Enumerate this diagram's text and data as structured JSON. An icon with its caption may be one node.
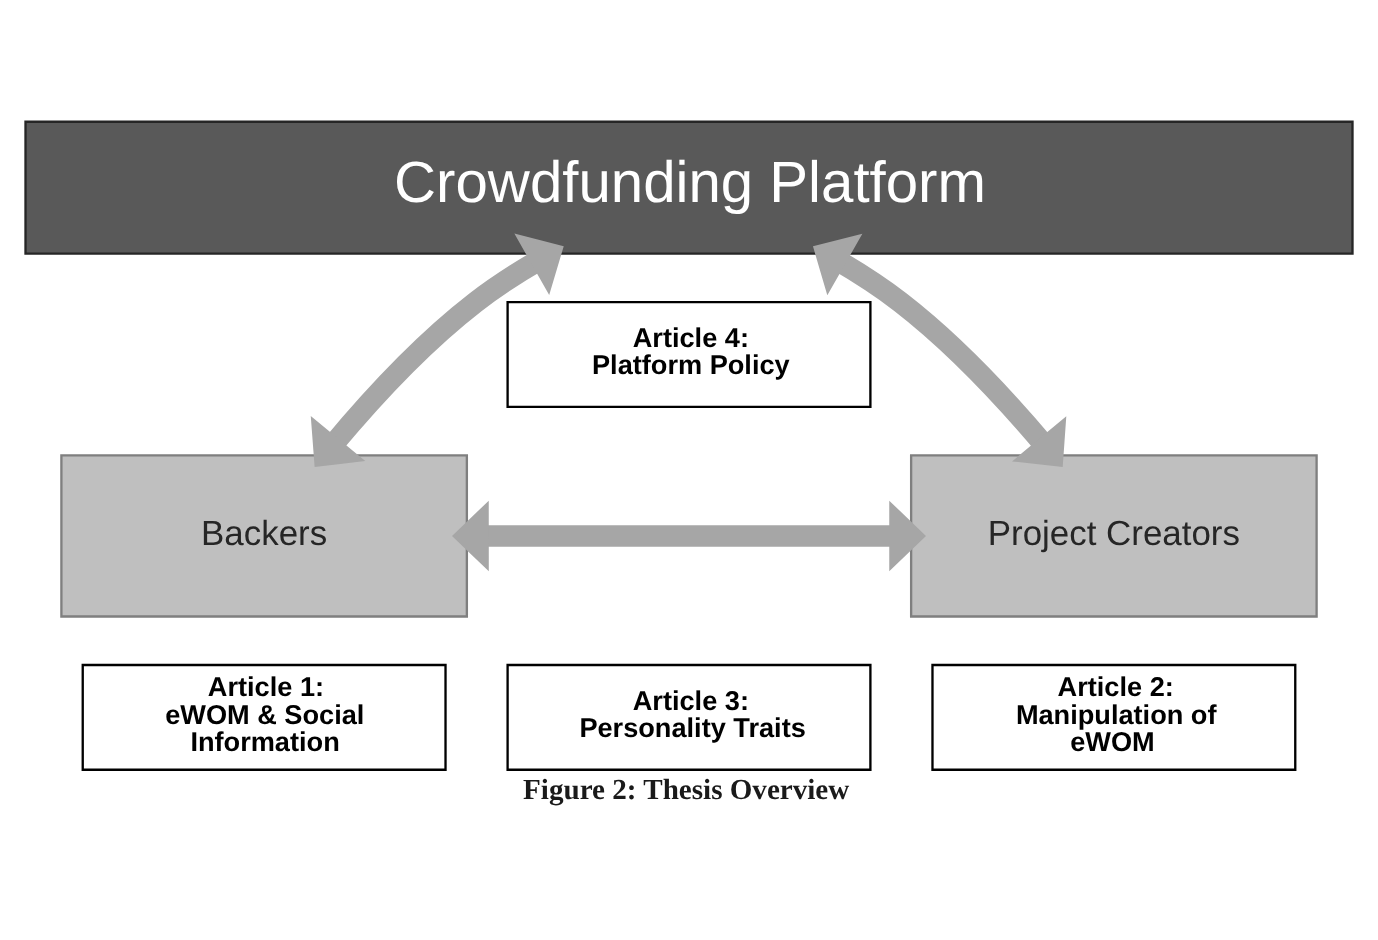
{
  "diagram": {
    "caption": "Figure 2: Thesis Overview",
    "nodes": [
      {
        "text": [
          "Crowdfunding Platform"
        ]
      },
      {
        "text": [
          "Article 4:",
          "Platform Policy"
        ]
      },
      {
        "text": [
          "Backers"
        ]
      },
      {
        "text": [
          "Project Creators"
        ]
      },
      {
        "text": [
          "Article 1:",
          "eWOM & Social Information"
        ]
      },
      {
        "text": [
          "Article 3:",
          "Personality Traits"
        ]
      },
      {
        "text": [
          "Article 2:",
          "Manipulation of eWOM"
        ]
      }
    ],
    "edges": [
      {
        "from": 0,
        "to": 2,
        "arrow": "both"
      },
      {
        "from": 0,
        "to": 3,
        "arrow": "both"
      },
      {
        "from": 2,
        "to": 3,
        "arrow": "both"
      }
    ]
  }
}
